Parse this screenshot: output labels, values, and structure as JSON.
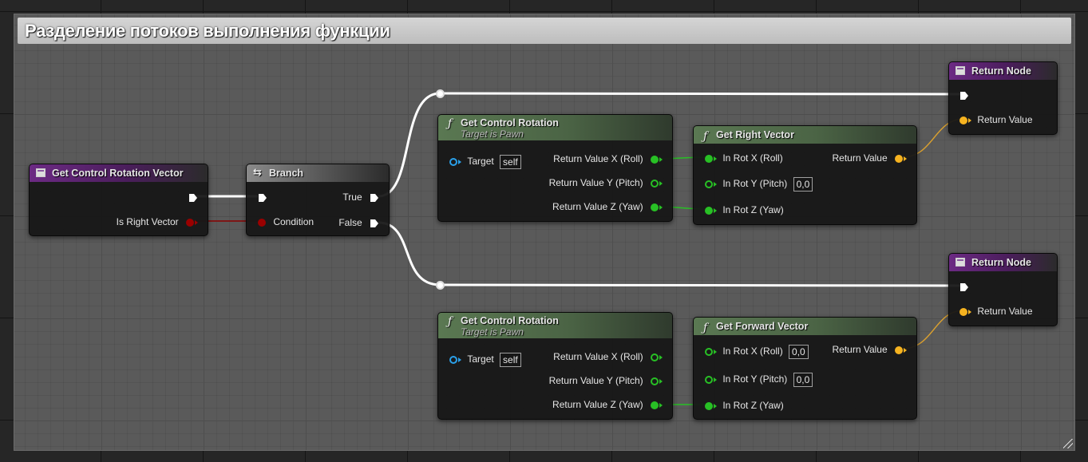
{
  "comment": {
    "title": "Разделение потоков выполнения функции"
  },
  "nodes": {
    "get_control_rotation_vector": {
      "title": "Get Control Rotation Vector",
      "pins": {
        "is_right_vector": "Is Right Vector"
      }
    },
    "branch": {
      "title": "Branch",
      "pins": {
        "condition": "Condition",
        "true": "True",
        "false": "False"
      }
    },
    "get_control_rotation_1": {
      "title": "Get Control Rotation",
      "subtitle": "Target is Pawn",
      "pins": {
        "target": "Target",
        "target_value": "self",
        "x": "Return Value X (Roll)",
        "y": "Return Value Y (Pitch)",
        "z": "Return Value Z (Yaw)"
      }
    },
    "get_control_rotation_2": {
      "title": "Get Control Rotation",
      "subtitle": "Target is Pawn",
      "pins": {
        "target": "Target",
        "target_value": "self",
        "x": "Return Value X (Roll)",
        "y": "Return Value Y (Pitch)",
        "z": "Return Value Z (Yaw)"
      }
    },
    "get_right_vector": {
      "title": "Get Right Vector",
      "pins": {
        "in_rot_x": "In Rot X (Roll)",
        "in_rot_y": "In Rot Y (Pitch)",
        "in_rot_y_value": "0,0",
        "in_rot_z": "In Rot Z (Yaw)",
        "return_value": "Return Value"
      }
    },
    "get_forward_vector": {
      "title": "Get Forward Vector",
      "pins": {
        "in_rot_x": "In Rot X (Roll)",
        "in_rot_x_value": "0,0",
        "in_rot_y": "In Rot Y (Pitch)",
        "in_rot_y_value": "0,0",
        "in_rot_z": "In Rot Z (Yaw)",
        "return_value": "Return Value"
      }
    },
    "return_node_1": {
      "title": "Return Node",
      "pins": {
        "return_value": "Return Value"
      }
    },
    "return_node_2": {
      "title": "Return Node",
      "pins": {
        "return_value": "Return Value"
      }
    }
  },
  "colors": {
    "exec_wire": "#ffffff",
    "bool_wire": "#9b0000",
    "float_wire": "#28c025",
    "vector_wire": "#f6b320",
    "object_pin": "#2aa0ea",
    "event_header": "#6c2a84",
    "function_header": "#5a7852"
  },
  "icons": {
    "event_node": "function-entry-icon",
    "function_node": "function-f-icon",
    "branch_node": "branch-icon"
  }
}
